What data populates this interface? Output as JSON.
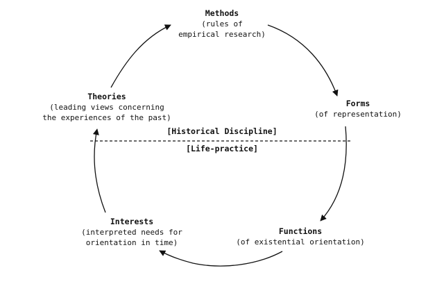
{
  "nodes": {
    "methods": {
      "title": "Methods",
      "line1": "(rules of",
      "line2": "empirical research)"
    },
    "forms": {
      "title": "Forms",
      "line1": "(of representation)"
    },
    "functions": {
      "title": "Functions",
      "line1": "(of existential orientation)"
    },
    "interests": {
      "title": "Interests",
      "line1": "(interpreted needs for",
      "line2": "orientation in time)"
    },
    "theories": {
      "title": "Theories",
      "line1": "(leading views concerning",
      "line2": "the experiences of the past)"
    }
  },
  "divider": {
    "upper_label": "[Historical Discipline]",
    "lower_label": "[Life-practice]"
  },
  "colors": {
    "ink": "#111111",
    "background": "#ffffff"
  }
}
